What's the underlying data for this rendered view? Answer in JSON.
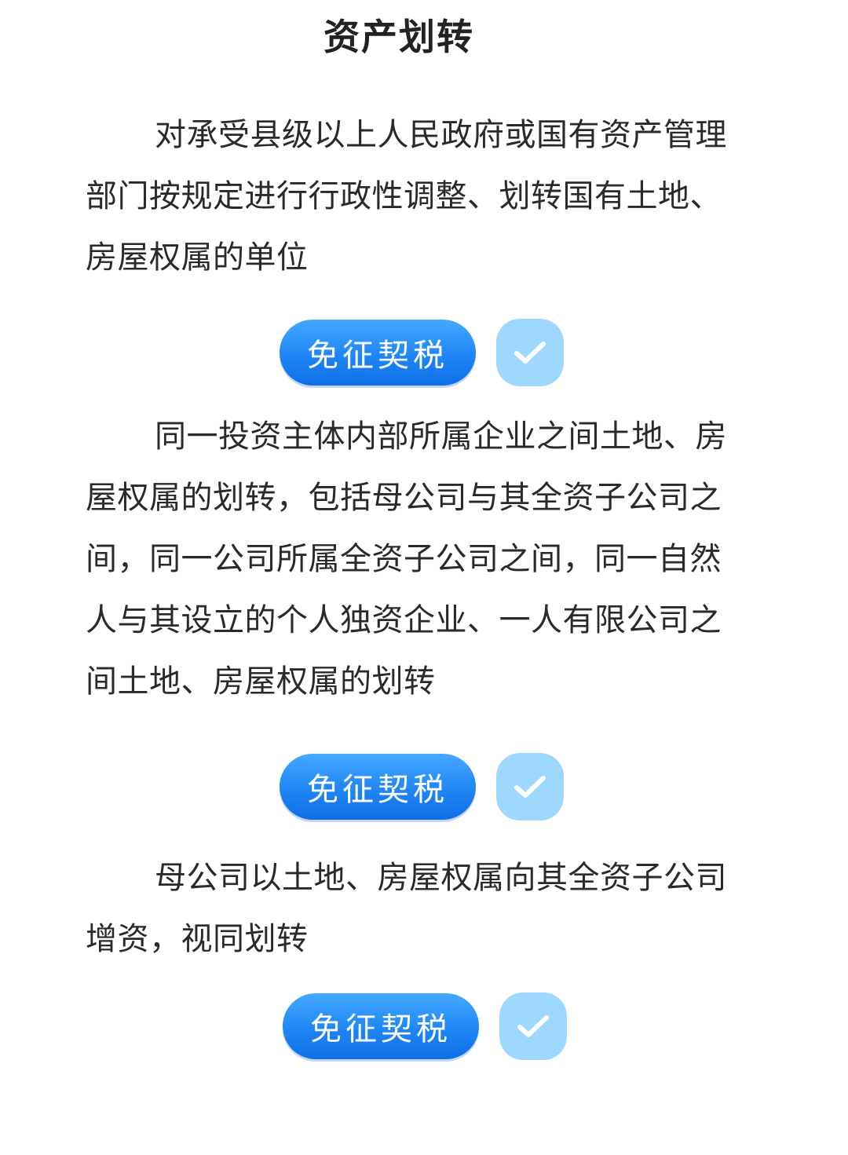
{
  "title": "资产划转",
  "sections": [
    {
      "text": "对承受县级以上人民政府或国有资产管理部门按规定进行行政性调整、划转国有土地、房屋权属的单位",
      "badge": "免征契税",
      "status_icon": "check-icon"
    },
    {
      "text": "同一投资主体内部所属企业之间土地、房屋权属的划转，包括母公司与其全资子公司之间，同一公司所属全资子公司之间，同一自然人与其设立的个人独资企业、一人有限公司之间土地、房屋权属的划转",
      "badge": "免征契税",
      "status_icon": "check-icon"
    },
    {
      "text": "母公司以土地、房屋权属向其全资子公司增资，视同划转",
      "badge": "免征契税",
      "status_icon": "check-icon"
    }
  ],
  "colors": {
    "badge_blue": "#1f86f5",
    "check_light_blue": "#9fd8ff",
    "text": "#222222"
  }
}
